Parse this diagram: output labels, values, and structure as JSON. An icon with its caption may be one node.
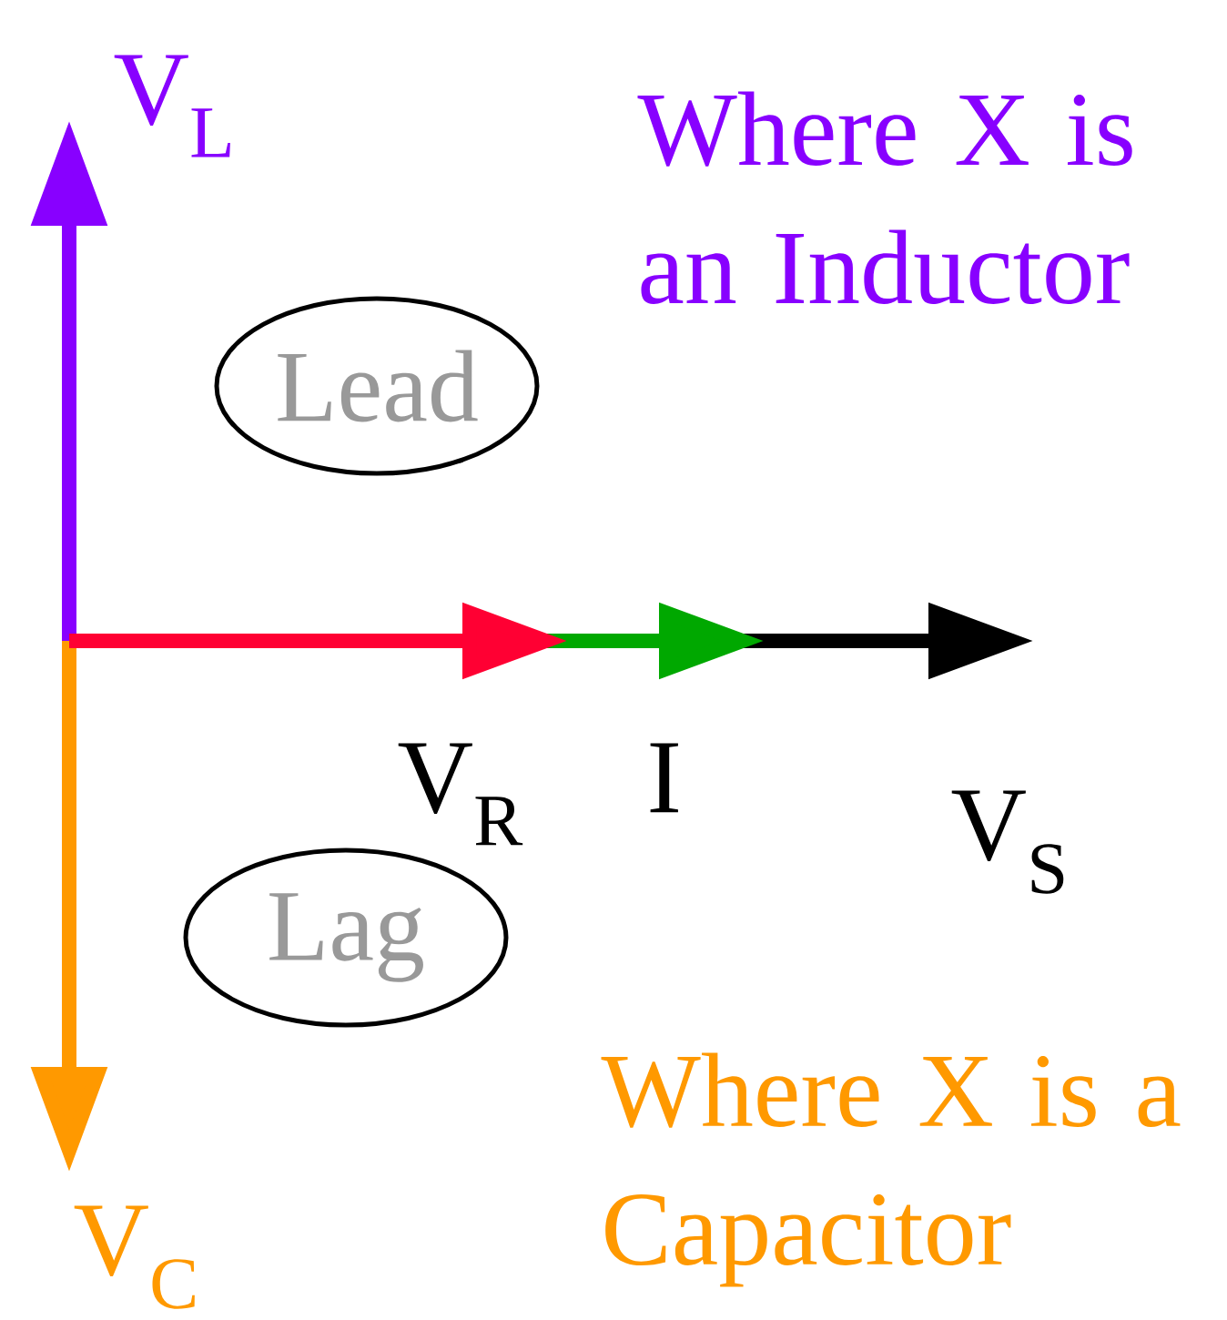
{
  "diagram": {
    "nodes": [
      {
        "text": [
          "Lead"
        ]
      },
      {
        "text": [
          "Lag"
        ]
      }
    ],
    "edges": [],
    "labels": [
      "V$_{L}$",
      "Where X is an Inductor",
      "V$_{R}$",
      "I",
      "V$_{S}$",
      "V$_{C}$",
      "Where X is a Capacitor"
    ]
  }
}
